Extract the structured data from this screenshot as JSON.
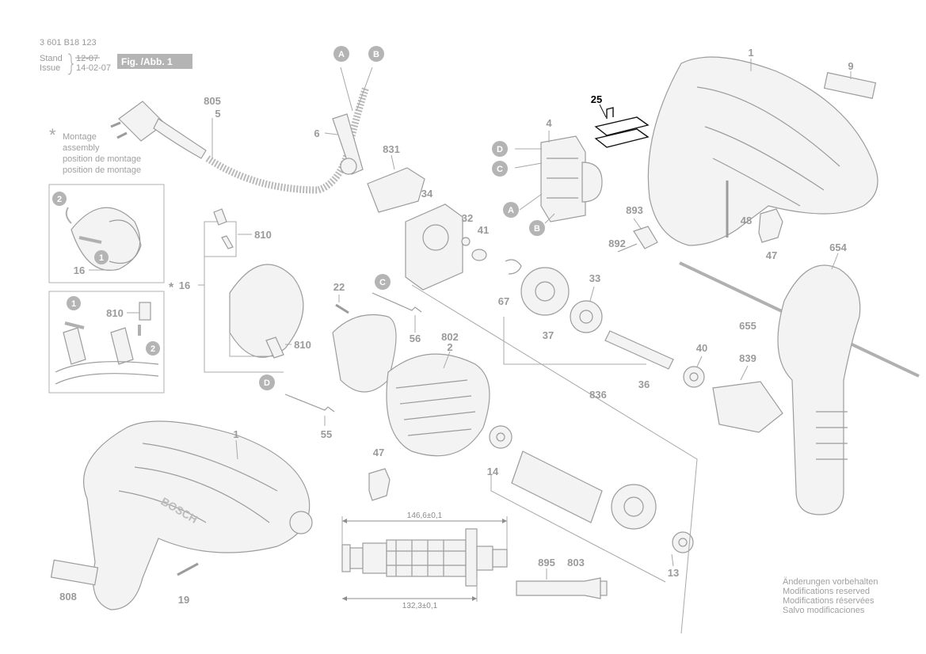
{
  "header": {
    "doc_number": "3 601 B18 123",
    "stand_label": "Stand",
    "issue_label": "Issue",
    "stand_date": "12-07",
    "issue_date": "14-02-07",
    "figure_label": "Fig. /Abb. 1"
  },
  "legend": {
    "star": "*",
    "lines": [
      "Montage",
      "assembly",
      "position de montage",
      "position de montage"
    ]
  },
  "footer_note": [
    "Änderungen vorbehalten",
    "Modifications reserved",
    "Modifications réservées",
    "Salvo modificaciones"
  ],
  "dimensions": {
    "top": "146,6±0,1",
    "bottom": "132,3±0,1"
  },
  "callouts": {
    "A": "A",
    "B": "B",
    "C": "C",
    "D": "D",
    "n1": "1",
    "n2": "2"
  },
  "parts": {
    "p1_housing": "1",
    "p9": "9",
    "p25": "25",
    "p4": "4",
    "p831": "831",
    "p34": "34",
    "p32": "32",
    "p41": "41",
    "p805": "805",
    "p5": "5",
    "p6": "6",
    "p810a": "810",
    "p16a": "16",
    "p16star": "16",
    "p810b": "810",
    "p810c": "810",
    "p22": "22",
    "p56": "56",
    "p802": "802",
    "p2": "2",
    "p55": "55",
    "p893": "893",
    "p892": "892",
    "p48": "48",
    "p47a": "47",
    "p654": "654",
    "p655": "655",
    "p67": "67",
    "p33": "33",
    "p37": "37",
    "p40": "40",
    "p839": "839",
    "p836": "836",
    "p36": "36",
    "p1_drill": "1",
    "p47b": "47",
    "p14": "14",
    "p895": "895",
    "p803": "803",
    "p13": "13",
    "p808": "808",
    "p19": "19"
  },
  "brand_text": "BOSCH"
}
